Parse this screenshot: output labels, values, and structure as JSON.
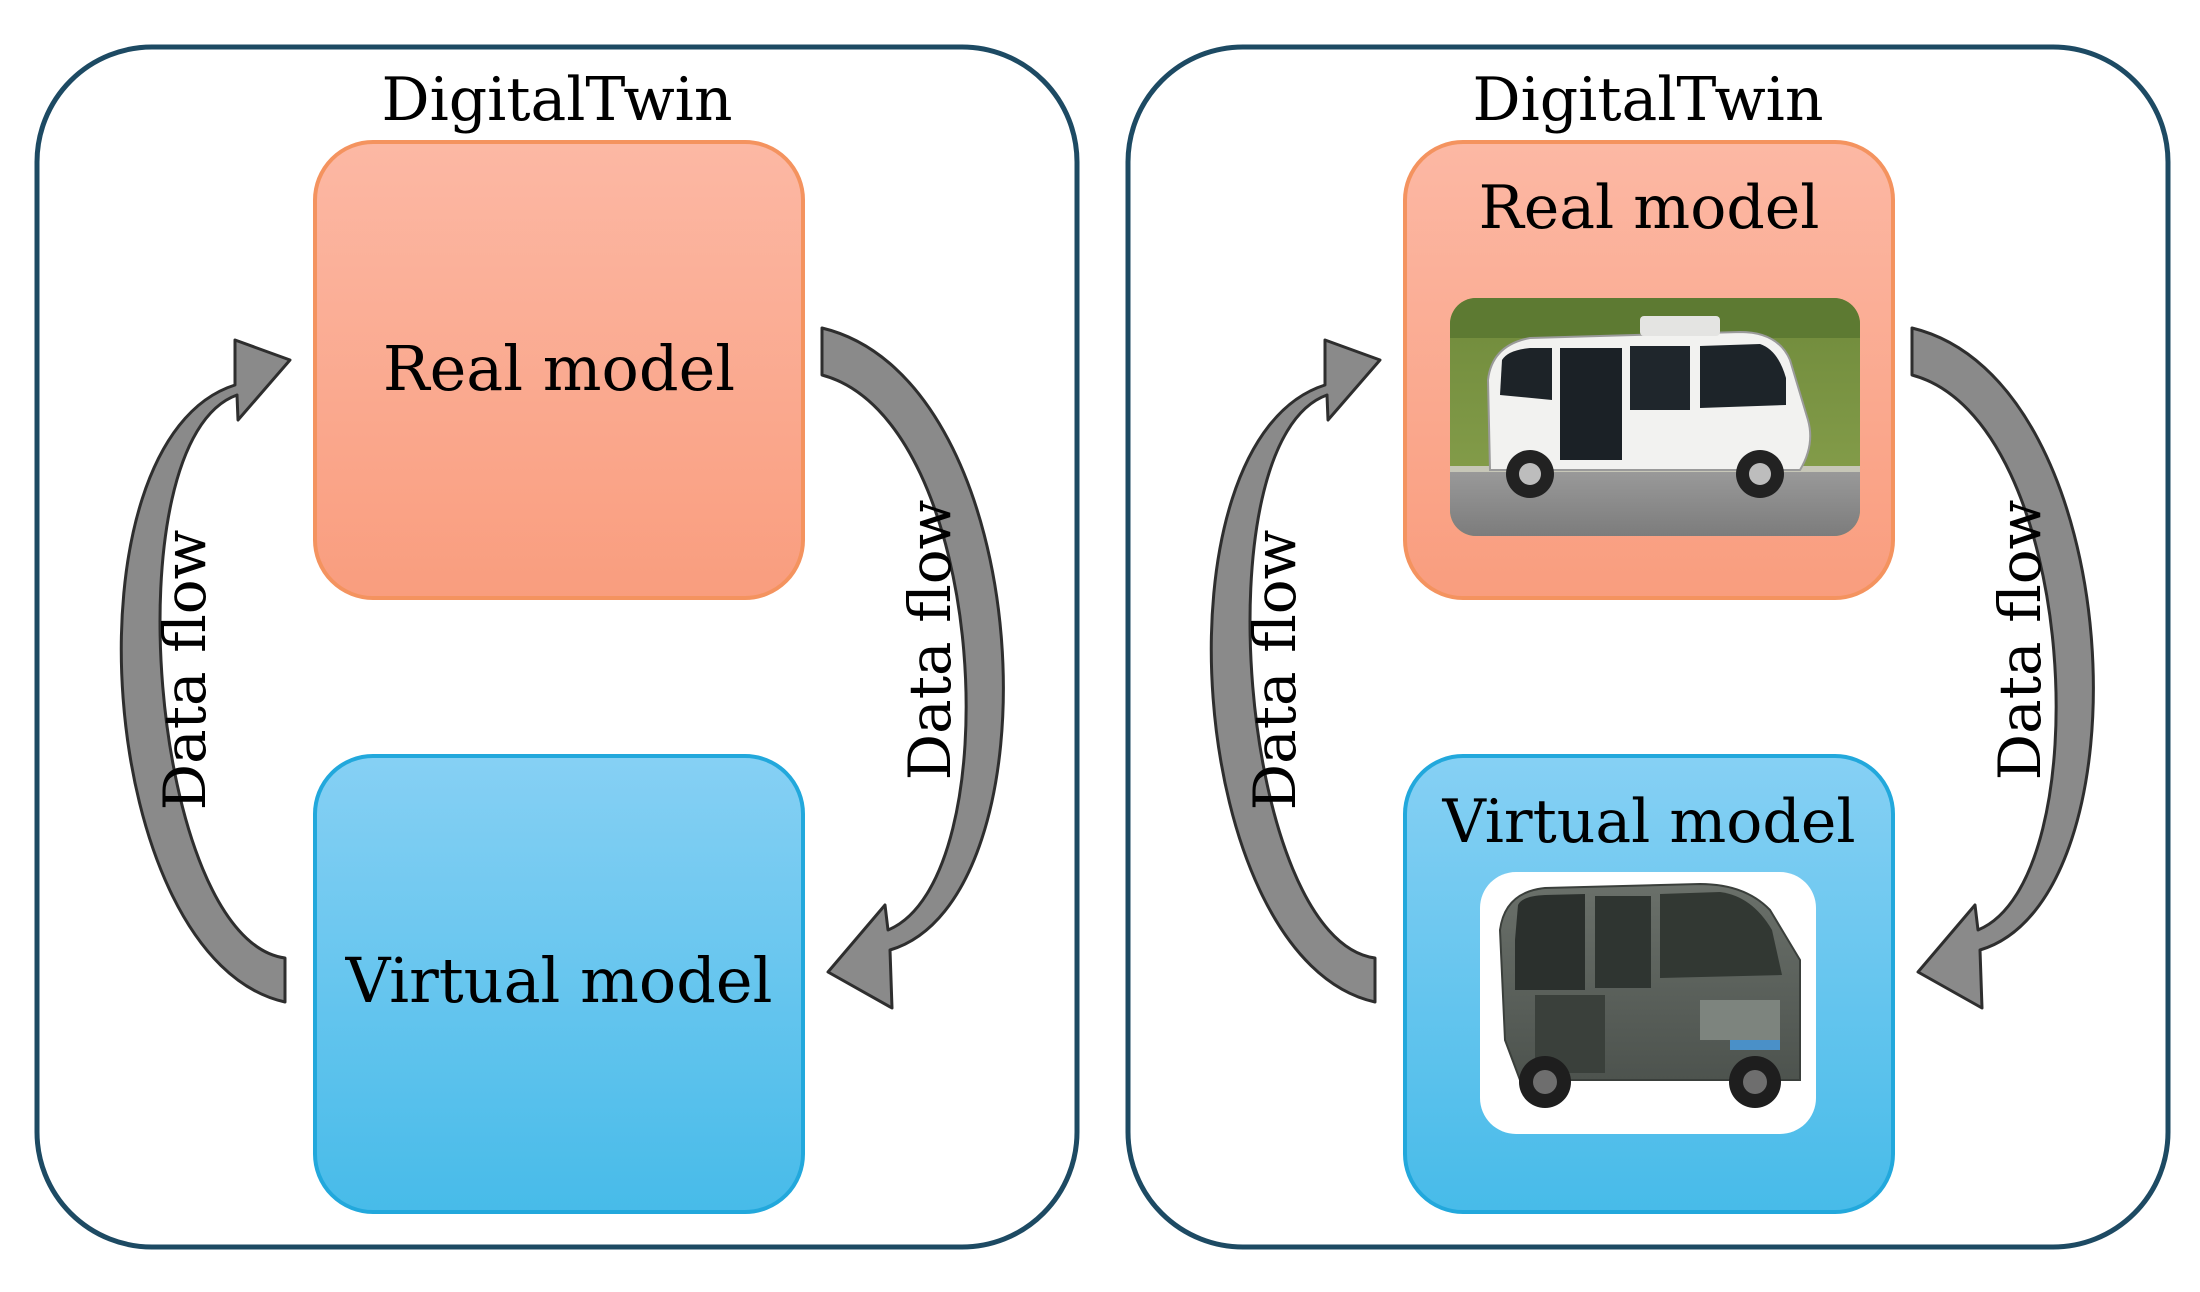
{
  "panels": [
    {
      "title": "DigitalTwin",
      "real_model": {
        "label": "Real model",
        "has_image": false
      },
      "virtual_model": {
        "label": "Virtual model",
        "has_image": false
      },
      "left_arrow_label": "Data flow",
      "right_arrow_label": "Data flow"
    },
    {
      "title": "DigitalTwin",
      "real_model": {
        "label": "Real model",
        "has_image": true,
        "image": "real-shuttle-photo"
      },
      "virtual_model": {
        "label": "Virtual model",
        "has_image": true,
        "image": "virtual-shuttle-render"
      },
      "left_arrow_label": "Data flow",
      "right_arrow_label": "Data flow"
    }
  ],
  "colors": {
    "panel_border": "#1d4a63",
    "real_top": "#fcb5a0",
    "real_bottom": "#f9a081",
    "real_border": "#f4935f",
    "virtual_top": "#84cff4",
    "virtual_bottom": "#49bce9",
    "virtual_border": "#22a8dc",
    "arrow_fill": "#8a8a8a",
    "arrow_stroke": "#2e2e2e"
  }
}
